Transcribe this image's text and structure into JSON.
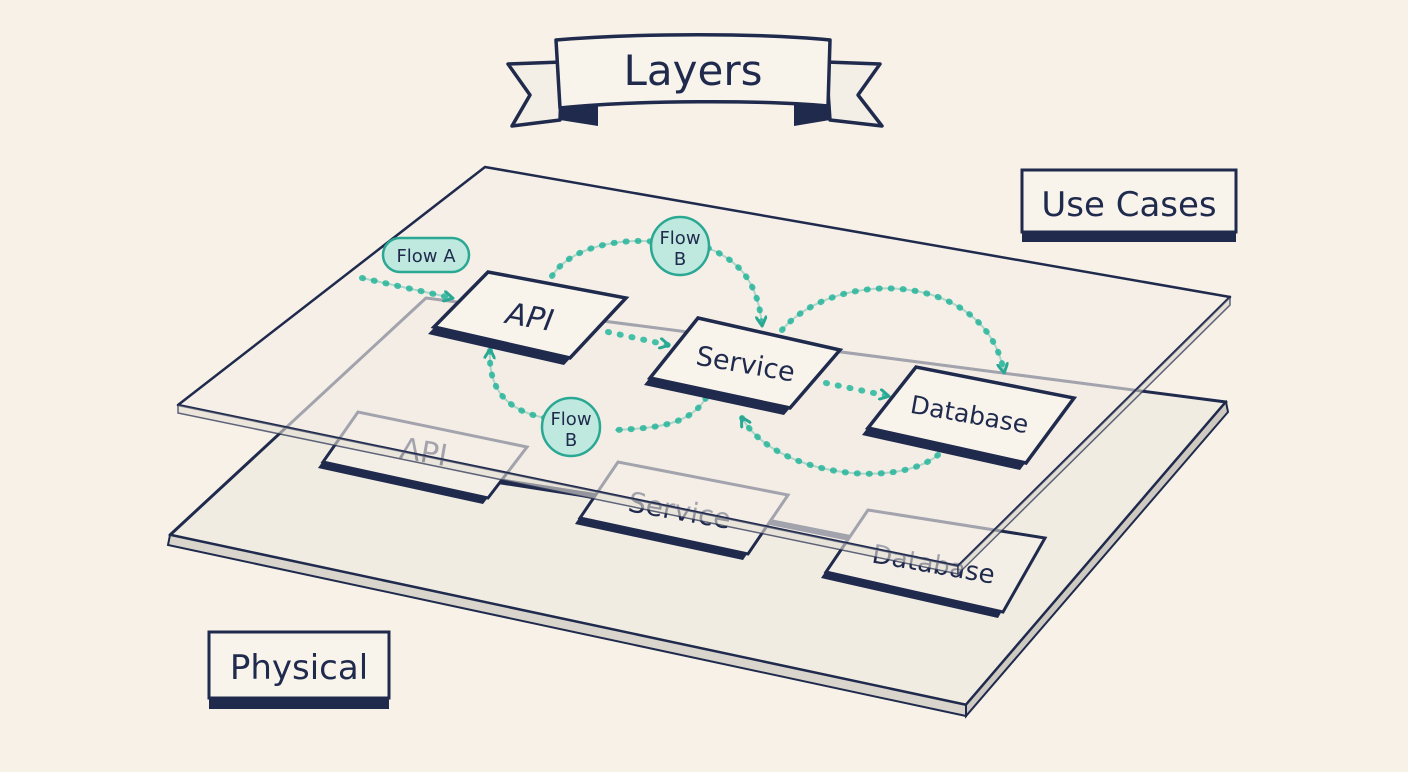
{
  "title": "Layers",
  "layers": {
    "upper_label": "Use Cases",
    "lower_label": "Physical"
  },
  "upper_nodes": {
    "api": "API",
    "service": "Service",
    "database": "Database"
  },
  "lower_nodes": {
    "api": "API",
    "service": "Service",
    "database": "Database"
  },
  "flows": {
    "flow_a": "Flow A",
    "flow_b_top": [
      "Flow",
      "B"
    ],
    "flow_b_bottom": [
      "Flow",
      "B"
    ]
  },
  "colors": {
    "background": "#f7f1e7",
    "ink": "#1f2a4d",
    "teal": "#2aa894",
    "teal_light": "#bfe9df",
    "plane": "#f2ede3"
  }
}
